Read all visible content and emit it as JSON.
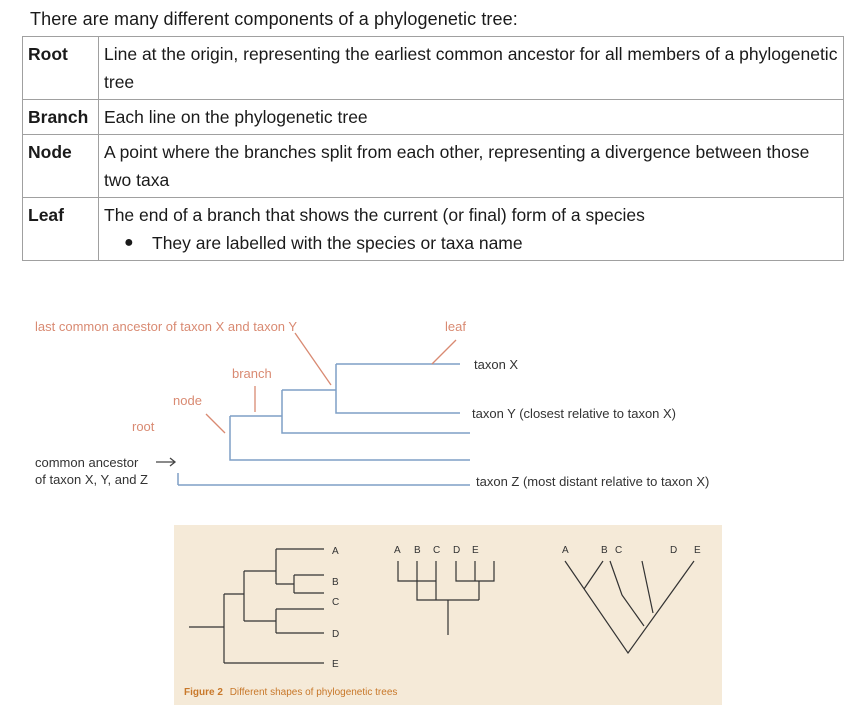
{
  "intro": "There are many different components of a phylogenetic tree:",
  "table": {
    "rows": [
      {
        "term": "Root",
        "definition": "Line at the origin, representing the earliest common ancestor for all members of a phylogenetic tree"
      },
      {
        "term": "Branch",
        "definition": "Each line on the phylogenetic tree"
      },
      {
        "term": "Node",
        "definition": "A point where the branches split from each other, representing a divergence between those two taxa"
      },
      {
        "term": "Leaf",
        "definition": "The end of a branch that shows the current (or final) form of a species",
        "bullet": "They are labelled with the species or taxa name"
      }
    ]
  },
  "diagram": {
    "label_lca": "last common ancestor of taxon X and taxon Y",
    "label_leaf": "leaf",
    "label_branch": "branch",
    "label_node": "node",
    "label_root": "root",
    "label_common_1": "common ancestor",
    "label_common_2": "of taxon X, Y, and Z",
    "taxon_x": "taxon X",
    "taxon_y": "taxon Y (closest relative to taxon X)",
    "taxon_z": "taxon Z (most distant relative to taxon X)",
    "colors": {
      "tree_line": "#7f9fc6",
      "annotation": "#d98a72",
      "label": "#d98a72"
    }
  },
  "figure": {
    "tree1_labels": [
      "A",
      "B",
      "C",
      "D",
      "E"
    ],
    "tree2_labels": [
      "A",
      "B",
      "C",
      "D",
      "E"
    ],
    "tree3_labels": [
      "A",
      "B",
      "C",
      "D",
      "E"
    ],
    "caption_number": "Figure 2",
    "caption_text": "Different shapes of phylogenetic trees",
    "colors": {
      "background": "#f5ead8",
      "caption": "#c8782a"
    }
  }
}
